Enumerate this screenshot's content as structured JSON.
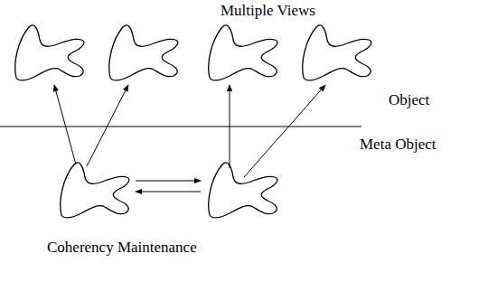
{
  "diagram": {
    "title": "Multiple Views",
    "caption": "Coherency Maintenance",
    "labels": [
      "Object",
      "Meta Object"
    ]
  }
}
